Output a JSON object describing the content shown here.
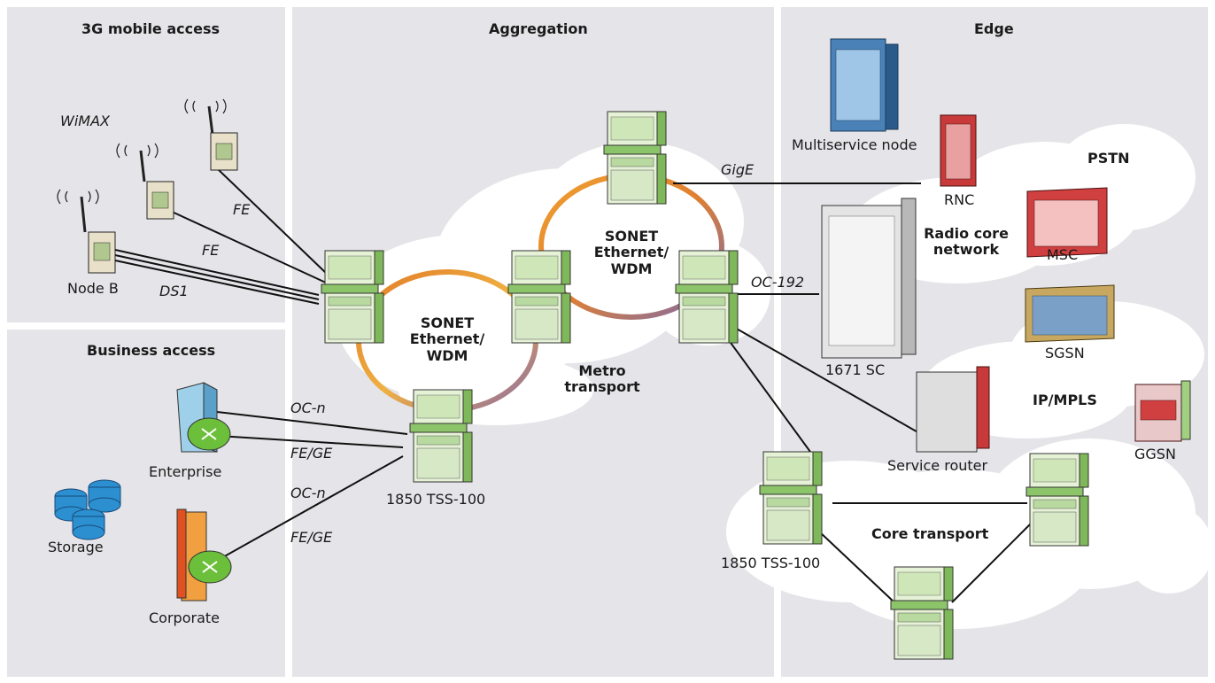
{
  "sections": {
    "mobile_access": "3G mobile access",
    "business_access": "Business access",
    "aggregation": "Aggregation",
    "edge": "Edge"
  },
  "access_labels": {
    "wimax": "WiMAX",
    "node_b": "Node B",
    "fe_1": "FE",
    "fe_2": "FE",
    "ds1": "DS1",
    "enterprise": "Enterprise",
    "corporate": "Corporate",
    "storage": "Storage",
    "ocn_1": "OC-n",
    "fege_1": "FE/GE",
    "ocn_2": "OC-n",
    "fege_2": "FE/GE"
  },
  "aggregation_labels": {
    "ring_left_l1": "SONET",
    "ring_left_l2": "Ethernet/",
    "ring_left_l3": "WDM",
    "ring_right_l1": "SONET",
    "ring_right_l2": "Ethernet/",
    "ring_right_l3": "WDM",
    "metro_l1": "Metro",
    "metro_l2": "transport",
    "tss_agg": "1850 TSS-100",
    "gige": "GigE",
    "oc192": "OC-192"
  },
  "edge_labels": {
    "multiservice": "Multiservice node",
    "rnc": "RNC",
    "pstn": "PSTN",
    "radio_core_l1": "Radio core",
    "radio_core_l2": "network",
    "msc": "MSC",
    "sgsn": "SGSN",
    "sc1671": "1671 SC",
    "ipmpls": "IP/MPLS",
    "ggsn": "GGSN",
    "service_router": "Service router",
    "tss_edge": "1850 TSS-100",
    "core_transport": "Core transport"
  },
  "colors": {
    "panel": "#e5e4e8",
    "cloud": "#ffffff",
    "equipment_green": "#a8d48c",
    "ring_orange": "#e8902a",
    "ring_purple": "#8a6aa8",
    "router_green": "#6cbf3a",
    "storage_blue": "#2b8fd0",
    "rack_red": "#c83a3a",
    "rack_blue": "#2a5a8a"
  },
  "icons": [
    "antenna-tower-icon",
    "ne-shelf-icon",
    "building-icon",
    "router-icon",
    "storage-icon",
    "rack-icon"
  ]
}
